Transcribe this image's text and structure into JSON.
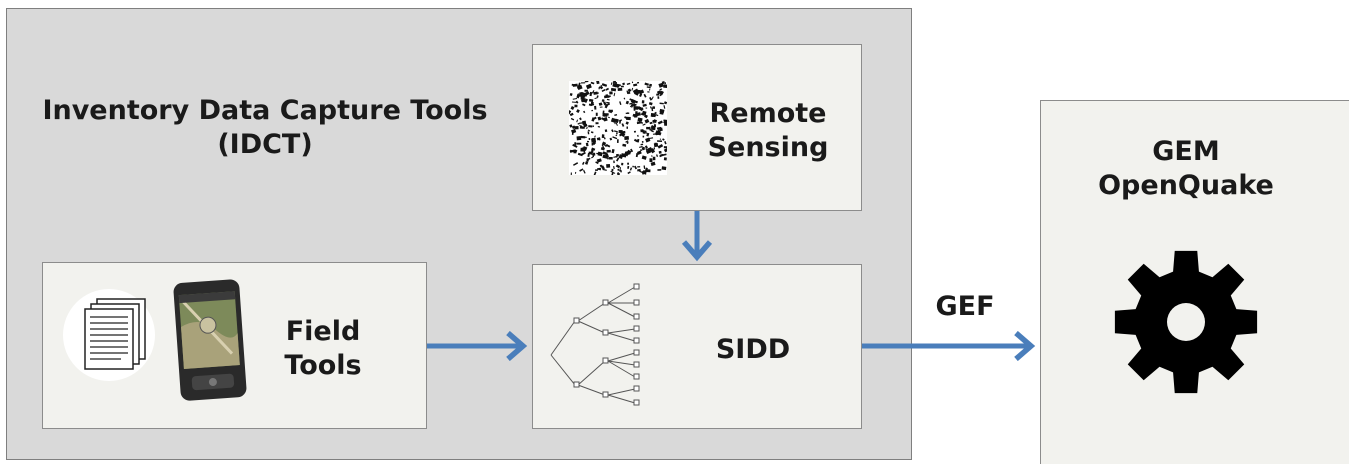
{
  "idct": {
    "title_line1": "Inventory Data Capture Tools",
    "title_line2": "(IDCT)"
  },
  "remote_sensing": {
    "line1": "Remote",
    "line2": "Sensing"
  },
  "field_tools": {
    "line1": "Field",
    "line2": "Tools"
  },
  "sidd": {
    "label": "SIDD"
  },
  "gem": {
    "line1": "GEM",
    "line2": "OpenQuake"
  },
  "connector": {
    "label": "GEF"
  },
  "colors": {
    "arrow": "#4a7ebb",
    "panel": "#d9d9d9",
    "box": "#f2f2ee"
  },
  "icons": [
    "satellite-image-icon",
    "documents-icon",
    "smartphone-icon",
    "tree-diagram-icon",
    "gear-icon"
  ]
}
